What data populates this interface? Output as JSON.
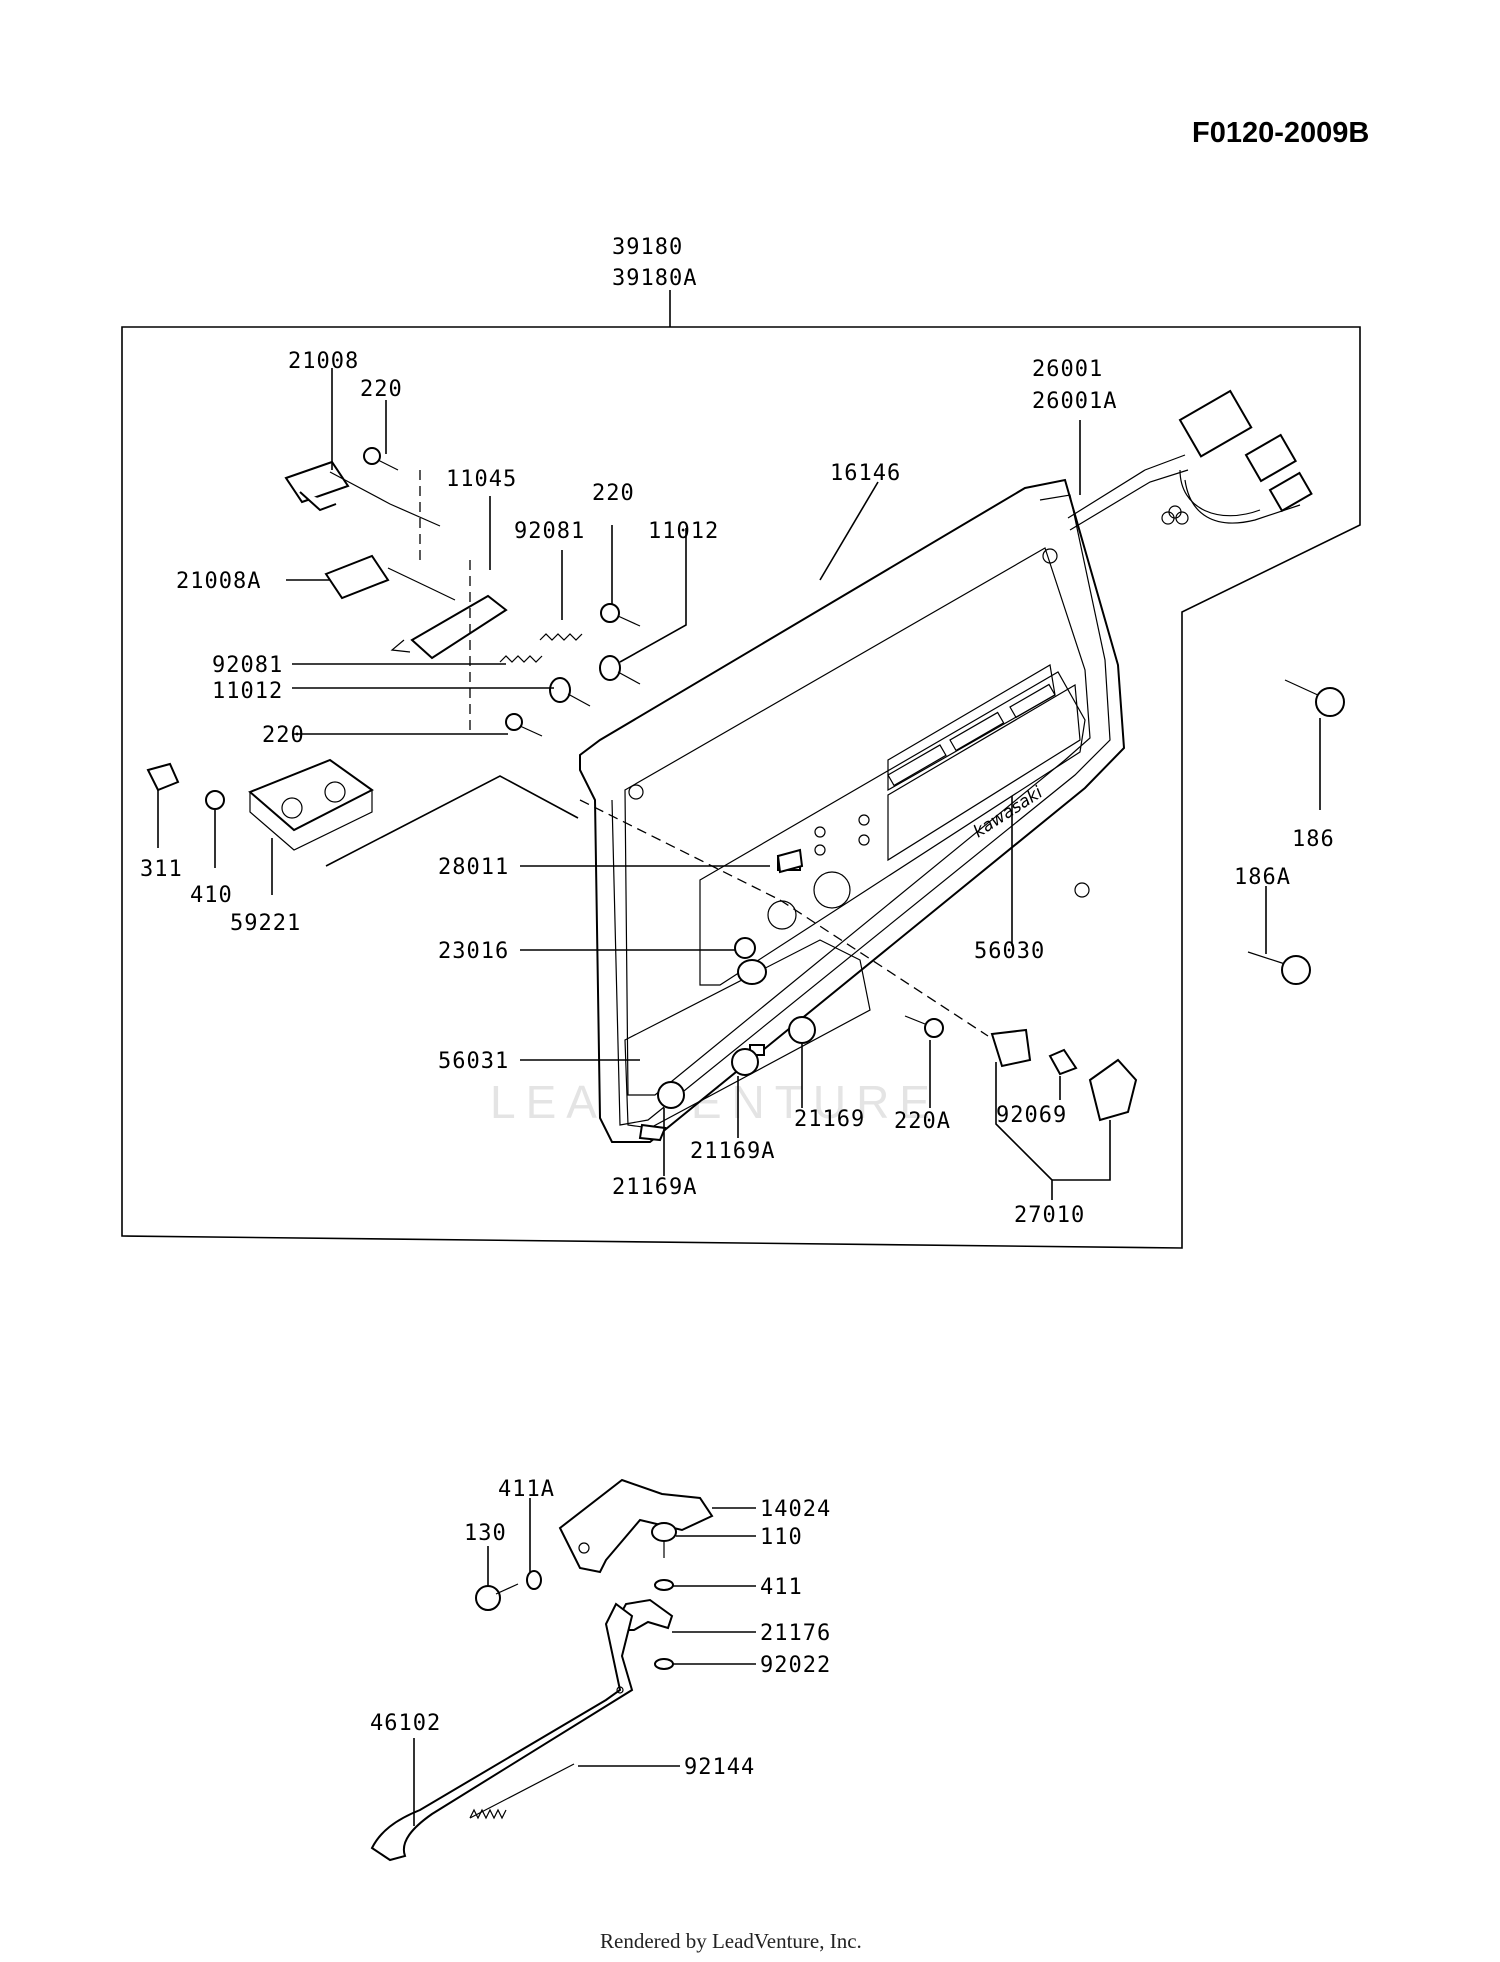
{
  "document_id": "F0120-2009B",
  "footer": "Rendered by LeadVenture, Inc.",
  "watermark": "LEADVENTURE",
  "panel_brand_text": "kawasaki",
  "assembly_labels": [
    "39180",
    "39180A"
  ],
  "labels": {
    "p21008": "21008",
    "p220_a": "220",
    "p11045": "11045",
    "p220_b": "220",
    "p92081_a": "92081",
    "p11012_a": "11012",
    "p16146": "16146",
    "p26001": "26001",
    "p26001A": "26001A",
    "p21008A": "21008A",
    "p92081_b": "92081",
    "p11012_b": "11012",
    "p220_c": "220",
    "p186": "186",
    "p186A": "186A",
    "p311": "311",
    "p410": "410",
    "p59221": "59221",
    "p28011": "28011",
    "p23016": "23016",
    "p56030": "56030",
    "p56031": "56031",
    "p21169": "21169",
    "p220A": "220A",
    "p92069": "92069",
    "p21169A_a": "21169A",
    "p21169A_b": "21169A",
    "p27010": "27010",
    "p411A": "411A",
    "p130": "130",
    "p14024": "14024",
    "p110": "110",
    "p411": "411",
    "p21176": "21176",
    "p92022": "92022",
    "p46102": "46102",
    "p92144": "92144"
  }
}
